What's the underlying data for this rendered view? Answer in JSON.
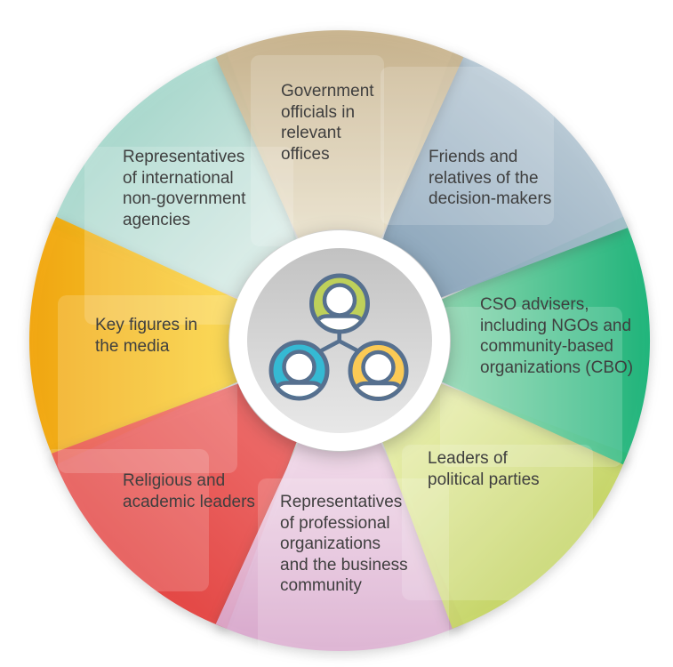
{
  "diagram_name": "stakeholder-wheel",
  "background_color": "#ffffff",
  "text_color": "#3f3f3f",
  "segments": [
    {
      "name": "government-officials",
      "label": "Government\nofficials in\nrelevant\noffices",
      "color_inner": "#e7ddc3",
      "color_outer": "#c7b189"
    },
    {
      "name": "friends-relatives",
      "label": "Friends and\nrelatives of the\ndecision-makers",
      "color_inner": "#87a3ba",
      "color_outer": "#bccdd8"
    },
    {
      "name": "cso-advisers",
      "label": "CSO advisers,\nincluding NGOs and\ncommunity-based\norganizations (CBO)",
      "color_inner": "#83d6ab",
      "color_outer": "#12b274"
    },
    {
      "name": "political-party-leaders",
      "label": "Leaders of\npolitical parties",
      "color_inner": "#e9f0a8",
      "color_outer": "#c3d45c"
    },
    {
      "name": "professional-organizations",
      "label": "Representatives\nof professional\norganizations\nand the business\ncommunity",
      "color_inner": "#f3daeb",
      "color_outer": "#d9a5cc"
    },
    {
      "name": "religious-academic-leaders",
      "label": "Religious and\nacademic leaders",
      "color_inner": "#ef6361",
      "color_outer": "#e53c39"
    },
    {
      "name": "media-key-figures",
      "label": "Key figures in\nthe media",
      "color_inner": "#fed32a",
      "color_outer": "#f3a302"
    },
    {
      "name": "international-ngo-representatives",
      "label": "Representatives\nof international\nnon-government\nagencies",
      "color_inner": "#d6ece6",
      "color_outer": "#a5d8cc"
    }
  ],
  "center": {
    "ring_color": "#ffffff",
    "disc_color_top": "#c2c2c2",
    "disc_color_bottom": "#e8e8e8"
  },
  "center_icon": {
    "name": "people-network-icon",
    "stroke_color": "#56708f",
    "figure_fill": "#ffffff",
    "figures": [
      {
        "position": "top",
        "color": "#bed05a"
      },
      {
        "position": "bottom-left",
        "color": "#35b9d3"
      },
      {
        "position": "bottom-right",
        "color": "#fbca55"
      }
    ]
  }
}
